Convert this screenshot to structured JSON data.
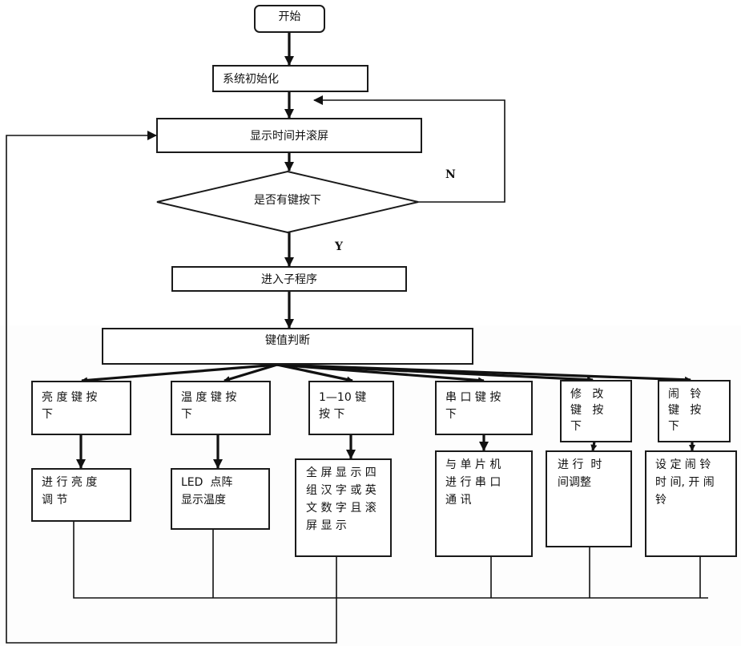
{
  "diagram": {
    "type": "flowchart",
    "nodes": {
      "start": {
        "shape": "rounded-rect",
        "lines": [
          "开始"
        ]
      },
      "init": {
        "shape": "rect",
        "lines": [
          "系统初始化"
        ]
      },
      "display": {
        "shape": "rect",
        "lines": [
          "显示时间并滚屏"
        ]
      },
      "key_check": {
        "shape": "diamond",
        "lines": [
          "是否有键按下"
        ]
      },
      "enter_sub": {
        "shape": "rect",
        "lines": [
          "进入子程序"
        ]
      },
      "key_value": {
        "shape": "rect",
        "lines": [
          "键值判断"
        ]
      },
      "brightness_key": {
        "shape": "rect",
        "lines": [
          "亮 度 键 按",
          "下"
        ]
      },
      "temperature_key": {
        "shape": "rect",
        "lines": [
          "温 度 键 按",
          "下"
        ]
      },
      "digit_key": {
        "shape": "rect",
        "lines": [
          "1—10 键",
          "按 下"
        ]
      },
      "serial_key": {
        "shape": "rect",
        "lines": [
          "串 口 键 按",
          "下"
        ]
      },
      "modify_key": {
        "shape": "rect",
        "lines": [
          "修   改",
          "键   按",
          "下"
        ]
      },
      "alarm_key": {
        "shape": "rect",
        "lines": [
          "闹   铃",
          "键   按",
          "下"
        ]
      },
      "brightness_adjust": {
        "shape": "rect",
        "lines": [
          "进 行 亮 度",
          "调 节"
        ]
      },
      "led_temperature": {
        "shape": "rect",
        "lines": [
          "LED  点阵",
          "显示温度"
        ]
      },
      "full_screen_display": {
        "shape": "rect",
        "lines": [
          "全 屏 显 示 四",
          "组 汉 字 或 英",
          "文 数 字 且 滚",
          "屏 显 示"
        ]
      },
      "serial_comm": {
        "shape": "rect",
        "lines": [
          "与 单 片 机",
          "进 行 串 口",
          "通 讯"
        ]
      },
      "time_adjust": {
        "shape": "rect",
        "lines": [
          "进 行  时",
          "间调整"
        ]
      },
      "set_alarm": {
        "shape": "rect",
        "lines": [
          "设 定 闹 铃",
          "时 间, 开 闹",
          "铃"
        ]
      }
    },
    "edges": [
      {
        "from": "start",
        "to": "init"
      },
      {
        "from": "init",
        "to": "display"
      },
      {
        "from": "display",
        "to": "key_check"
      },
      {
        "from": "key_check",
        "to": "display",
        "label": "N"
      },
      {
        "from": "key_check",
        "to": "enter_sub",
        "label": "Y"
      },
      {
        "from": "enter_sub",
        "to": "key_value"
      },
      {
        "from": "key_value",
        "to": "brightness_key"
      },
      {
        "from": "key_value",
        "to": "temperature_key"
      },
      {
        "from": "key_value",
        "to": "digit_key"
      },
      {
        "from": "key_value",
        "to": "serial_key"
      },
      {
        "from": "key_value",
        "to": "modify_key"
      },
      {
        "from": "key_value",
        "to": "alarm_key"
      },
      {
        "from": "brightness_key",
        "to": "brightness_adjust"
      },
      {
        "from": "temperature_key",
        "to": "led_temperature"
      },
      {
        "from": "digit_key",
        "to": "full_screen_display"
      },
      {
        "from": "serial_key",
        "to": "serial_comm"
      },
      {
        "from": "modify_key",
        "to": "time_adjust"
      },
      {
        "from": "alarm_key",
        "to": "set_alarm"
      },
      {
        "from": "brightness_adjust",
        "to": "display"
      },
      {
        "from": "led_temperature",
        "to": "display"
      },
      {
        "from": "full_screen_display",
        "to": "display"
      },
      {
        "from": "serial_comm",
        "to": "display"
      },
      {
        "from": "time_adjust",
        "to": "display"
      },
      {
        "from": "set_alarm",
        "to": "display"
      }
    ],
    "edge_labels": {
      "no": "N",
      "yes": "Y"
    }
  }
}
